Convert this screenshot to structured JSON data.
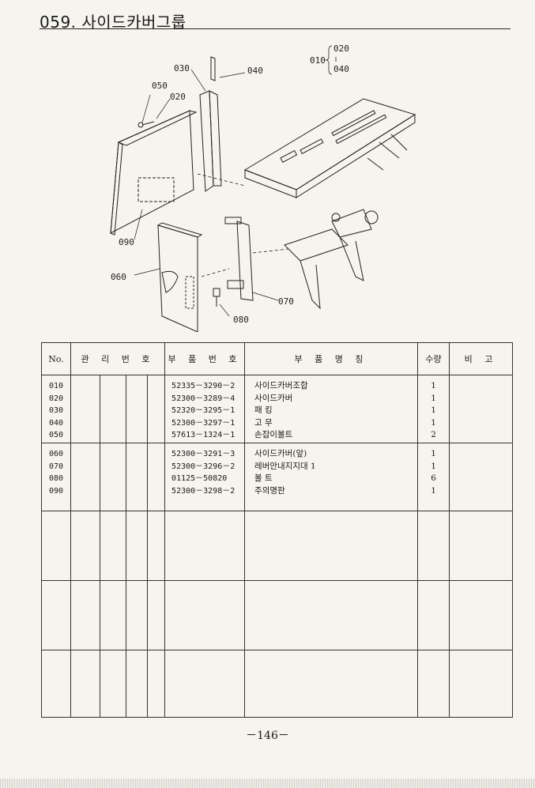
{
  "header": {
    "title": "059. 사이드카버그룹"
  },
  "diagram": {
    "callouts": {
      "c010": "010",
      "c020_top": "020",
      "c040_top": "040",
      "c030": "030",
      "c040": "040",
      "c050": "050",
      "c020": "020",
      "c090": "090",
      "c060": "060",
      "c070": "070",
      "c080": "080"
    }
  },
  "table": {
    "headers": {
      "no": "No.",
      "control": "관 리 번 호",
      "part_no": "부 품 번 호",
      "part_name": "부 품 명 칭",
      "qty": "수량",
      "remark": "비 고"
    },
    "groups": [
      {
        "rows": [
          {
            "no": "010",
            "part_no": "52335－3290－2",
            "name": "사이드카버조합",
            "qty": "1"
          },
          {
            "no": "020",
            "part_no": "52300－3289－4",
            "name": "사이드카버",
            "qty": "1"
          },
          {
            "no": "030",
            "part_no": "52320－3295－1",
            "name": "패 킹",
            "qty": "1"
          },
          {
            "no": "040",
            "part_no": "52300－3297－1",
            "name": "고 무",
            "qty": "1"
          },
          {
            "no": "050",
            "part_no": "57613－1324－1",
            "name": "손잡이볼트",
            "qty": "2"
          }
        ]
      },
      {
        "rows": [
          {
            "no": "060",
            "part_no": "52300－3291－3",
            "name": "사이드카버(앞)",
            "qty": "1"
          },
          {
            "no": "070",
            "part_no": "52300－3296－2",
            "name": "레버안내지지대 1",
            "qty": "1"
          },
          {
            "no": "080",
            "part_no": "01125－50820",
            "name": "볼 트",
            "qty": "6"
          },
          {
            "no": "090",
            "part_no": "52300－3298－2",
            "name": "주의명판",
            "qty": "1"
          }
        ]
      }
    ]
  },
  "footer": {
    "page": "－146－"
  }
}
